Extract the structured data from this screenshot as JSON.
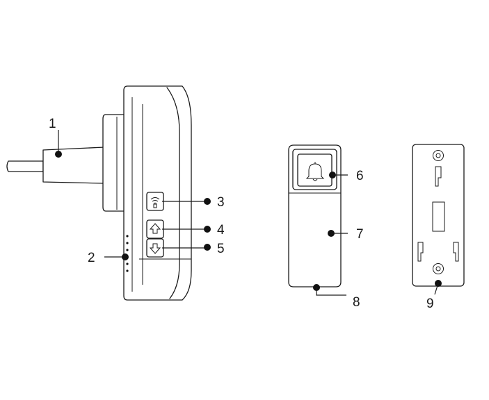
{
  "callouts": {
    "c1": "1",
    "c2": "2",
    "c3": "3",
    "c4": "4",
    "c5": "5",
    "c6": "6",
    "c7": "7",
    "c8": "8",
    "c9": "9"
  },
  "icons": {
    "wifi_button": "wifi-icon",
    "up_button": "arrow-up-icon",
    "down_button": "arrow-down-icon",
    "bell_button": "bell-icon"
  },
  "colors": {
    "line": "#1a1a1a",
    "background": "#ffffff"
  }
}
